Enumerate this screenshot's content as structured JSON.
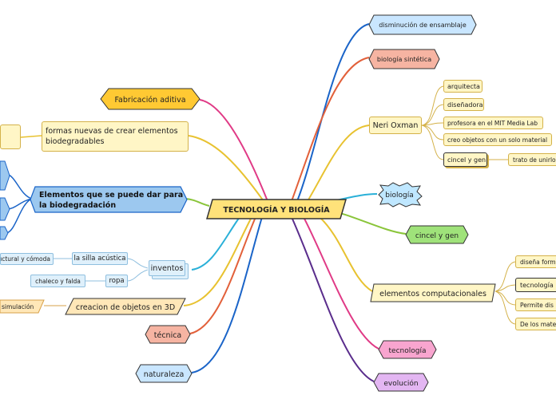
{
  "center": {
    "label": "TECNOLOGÍA Y BIOLOGÍA"
  },
  "left": {
    "fabricacion": "Fabricación aditiva",
    "formas_line1": "formas nuevas de crear elementos",
    "formas_line2": "biodegradables",
    "elementos_line1": "Elementos que se puede dar para",
    "elementos_line2": "la biodegradación",
    "inventos": "inventos",
    "silla": "la silla acústica",
    "silla_child": "uctural y cómoda",
    "ropa": "ropa",
    "ropa_child": "chaleco y falda",
    "creacion": "creacion de objetos en 3D",
    "simulacion": "simulación",
    "tecnica": "técnica",
    "naturaleza": "naturaleza"
  },
  "right": {
    "disminucion": "disminución de ensamblaje",
    "biologia_sintetica": "biología sintética",
    "neri": "Neri Oxman",
    "neri_children": [
      "arquitecta",
      "diseñadora",
      "profesora en el MIT Media Lab",
      "creo objetos con un solo material",
      "cincel y gen"
    ],
    "cincel_child": "trato de unirlo",
    "biologia": "biología",
    "cincel": "cincel y gen",
    "elementos_comp": "elementos computacionales",
    "comp_children": [
      "diseña form",
      "tecnología",
      "Permite dis",
      "De los mate"
    ],
    "tecnologia": "tecnología",
    "evolucion": "evolución"
  },
  "colors": {
    "center_fill": "#ffe27a",
    "fabricacion_fill": "#ffc933",
    "left_blue_fill": "#9cc8ef",
    "pink_fill": "#f8a5cf",
    "salmon_fill": "#f6b4a2",
    "cyan_fill": "#bfe7ff",
    "green_fill": "#9fe27a",
    "purple_fill": "#e3b6f2",
    "light_blue_fill": "#c9e6ff"
  }
}
